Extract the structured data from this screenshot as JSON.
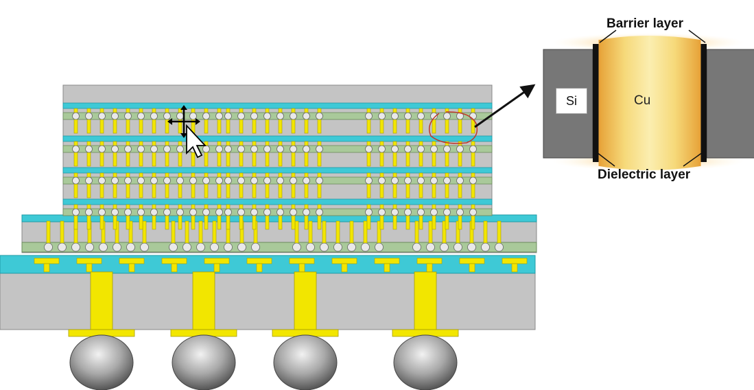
{
  "inset": {
    "barrier_label": "Barrier layer",
    "dielectric_label": "Dielectric layer",
    "si_label": "Si",
    "cu_label": "Cu"
  },
  "colors": {
    "silicon": "#bdbdbd",
    "copper_via": "#f2e600",
    "redistribution": "#3ec9d6",
    "bond_layer": "#a9c99a",
    "solder_ball": "#9a9a9a",
    "dielectric": "#000000",
    "barrier": "#e8a23a",
    "cu_core": "#f7e08a"
  },
  "icons": {
    "cursor": "move-cursor-icon"
  }
}
